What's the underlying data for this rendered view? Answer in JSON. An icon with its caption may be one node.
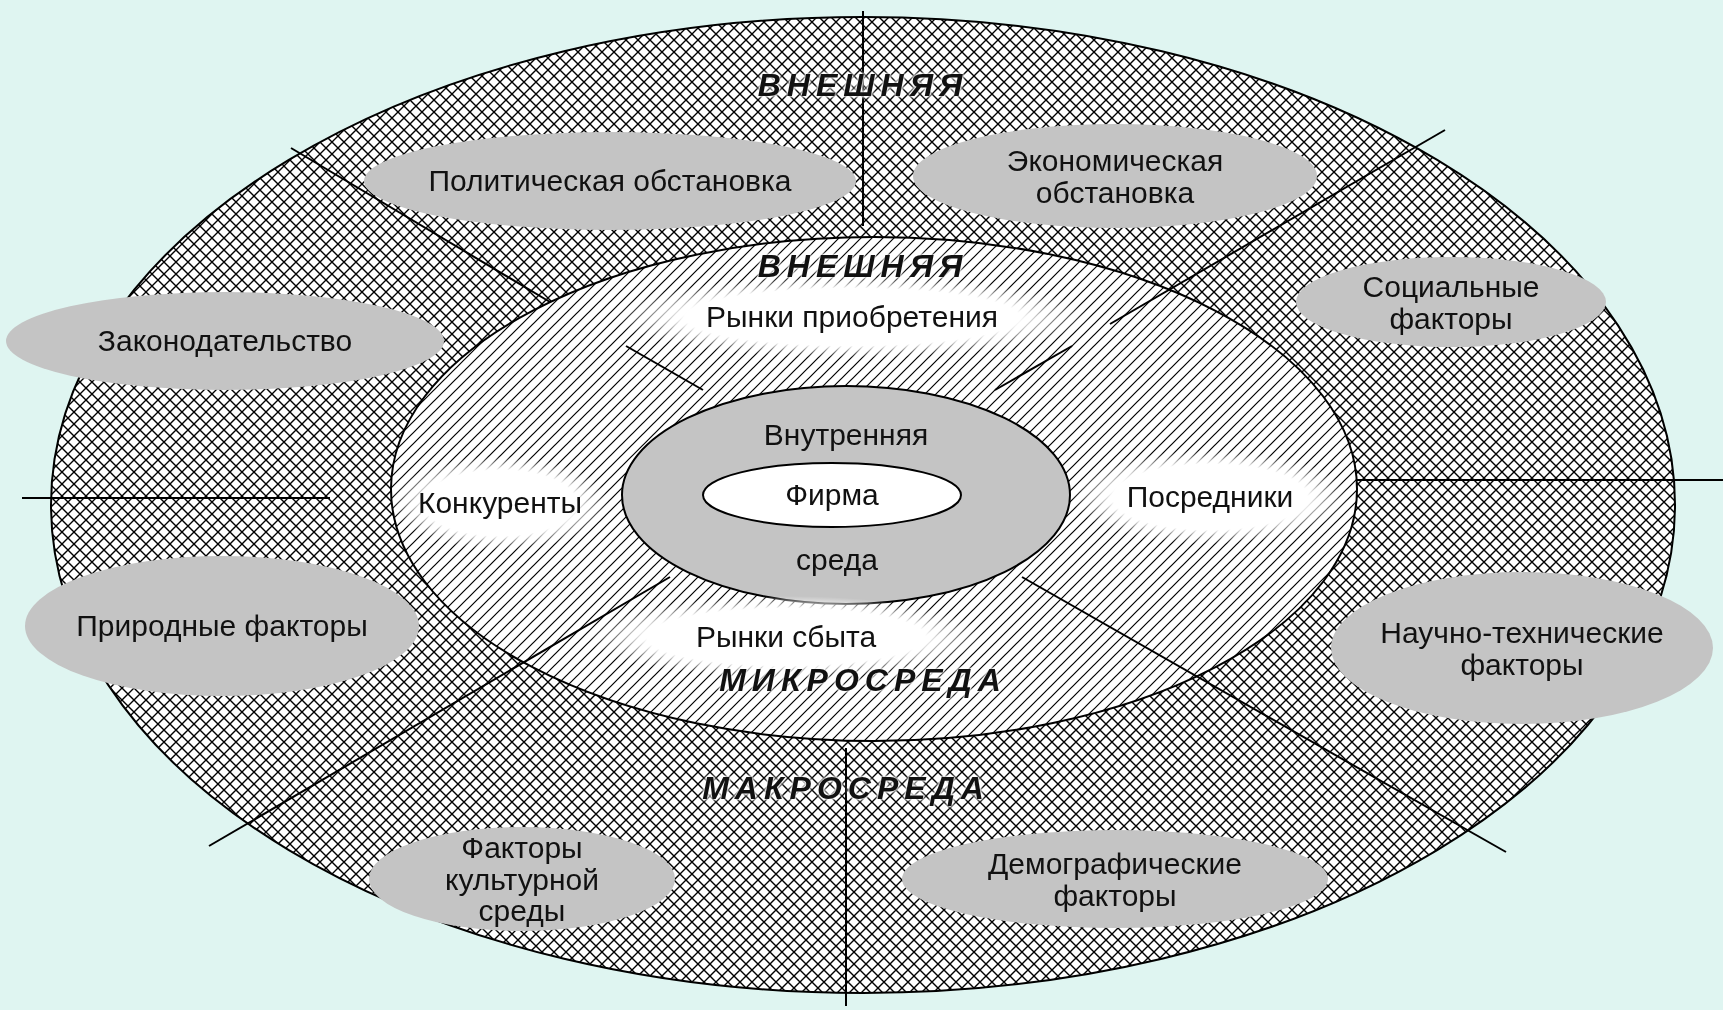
{
  "diagram": {
    "nodes": [
      {
        "text": [
          "ВНЕШНЯЯ",
          "МАКРОСРЕДА"
        ]
      },
      {
        "text": [
          "ВНЕШНЯЯ",
          "МИКРОСРЕДА"
        ],
        "in": 0
      },
      {
        "text": [
          "Внутренняя",
          "среда"
        ],
        "in": 1
      },
      {
        "text": [
          "Фирма"
        ],
        "in": 2
      },
      {
        "text": [
          "Рынки приобретения"
        ],
        "in": 1
      },
      {
        "text": [
          "Конкуренты"
        ],
        "in": 1
      },
      {
        "text": [
          "Посредники"
        ],
        "in": 1
      },
      {
        "text": [
          "Рынки сбыта"
        ],
        "in": 1
      },
      {
        "text": [
          "Политическая обстановка"
        ],
        "in": 0
      },
      {
        "text": [
          "Экономическая обстановка"
        ],
        "in": 0
      },
      {
        "text": [
          "Социальные факторы"
        ],
        "in": 0
      },
      {
        "text": [
          "Законодательство"
        ]
      },
      {
        "text": [
          "Природные факторы"
        ]
      },
      {
        "text": [
          "Научно-технические факторы"
        ]
      },
      {
        "text": [
          "Факторы культурной среды"
        ],
        "in": 0
      },
      {
        "text": [
          "Демографические факторы"
        ],
        "in": 0
      }
    ],
    "edges": []
  }
}
